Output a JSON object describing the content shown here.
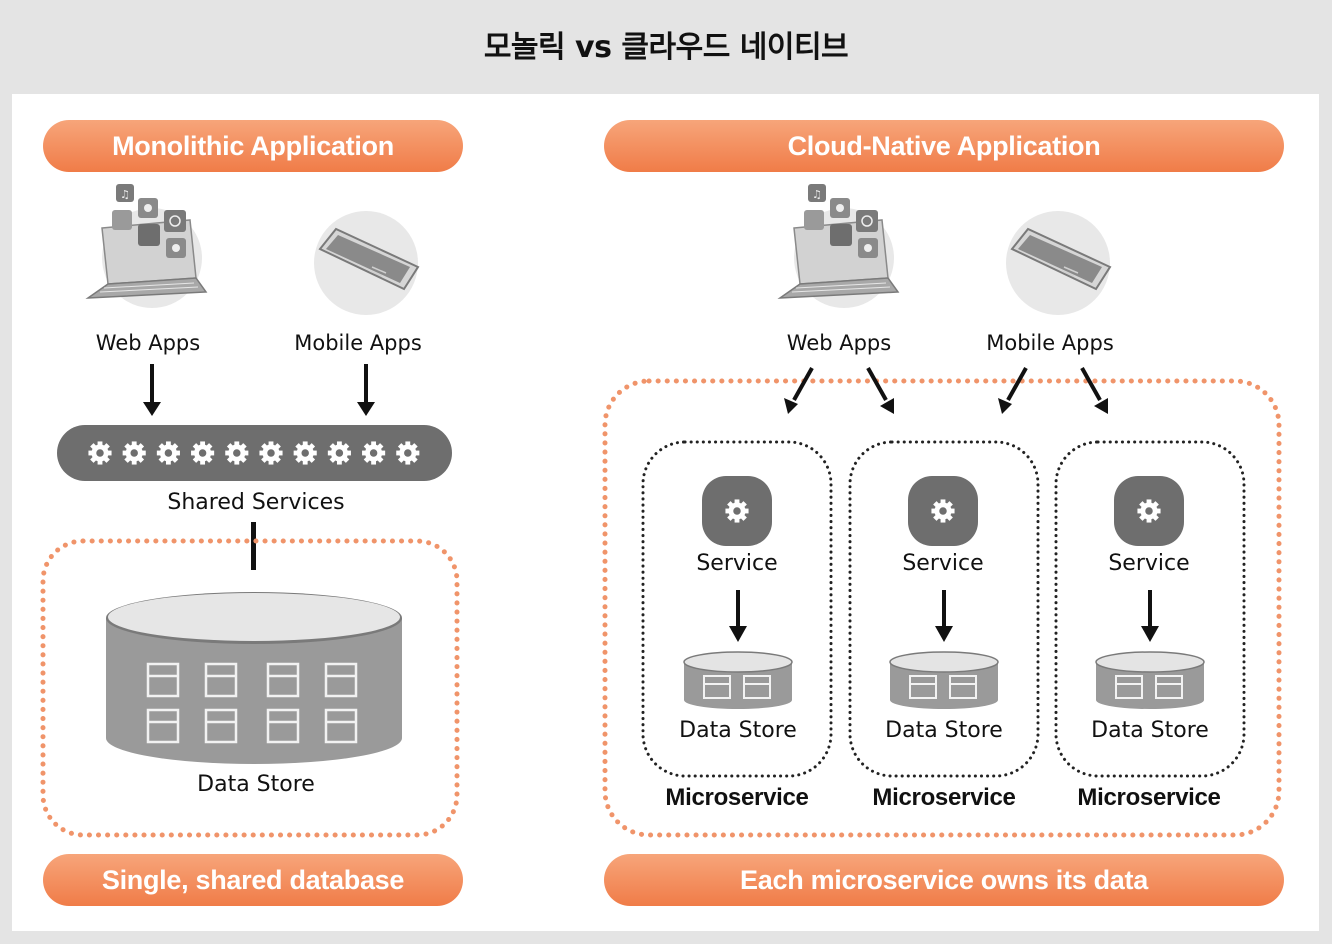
{
  "title": "모놀릭 vs 클라우드 네이티브",
  "monolith": {
    "header": "Monolithic Application",
    "web_apps": "Web Apps",
    "mobile_apps": "Mobile Apps",
    "shared_services": "Shared Services",
    "data_store": "Data Store",
    "footer": "Single, shared database"
  },
  "cloud_native": {
    "header": "Cloud-Native Application",
    "web_apps": "Web Apps",
    "mobile_apps": "Mobile Apps",
    "microservices": [
      {
        "service": "Service",
        "data_store": "Data Store",
        "label": "Microservice"
      },
      {
        "service": "Service",
        "data_store": "Data Store",
        "label": "Microservice"
      },
      {
        "service": "Service",
        "data_store": "Data Store",
        "label": "Microservice"
      }
    ],
    "footer": "Each microservice owns its data"
  },
  "colors": {
    "accent": "#f07c48",
    "accent_light": "#f7a57a",
    "gray_dark": "#6a6a6a",
    "gray_mid": "#9a9a9a",
    "gray_light": "#e8e8e8"
  }
}
